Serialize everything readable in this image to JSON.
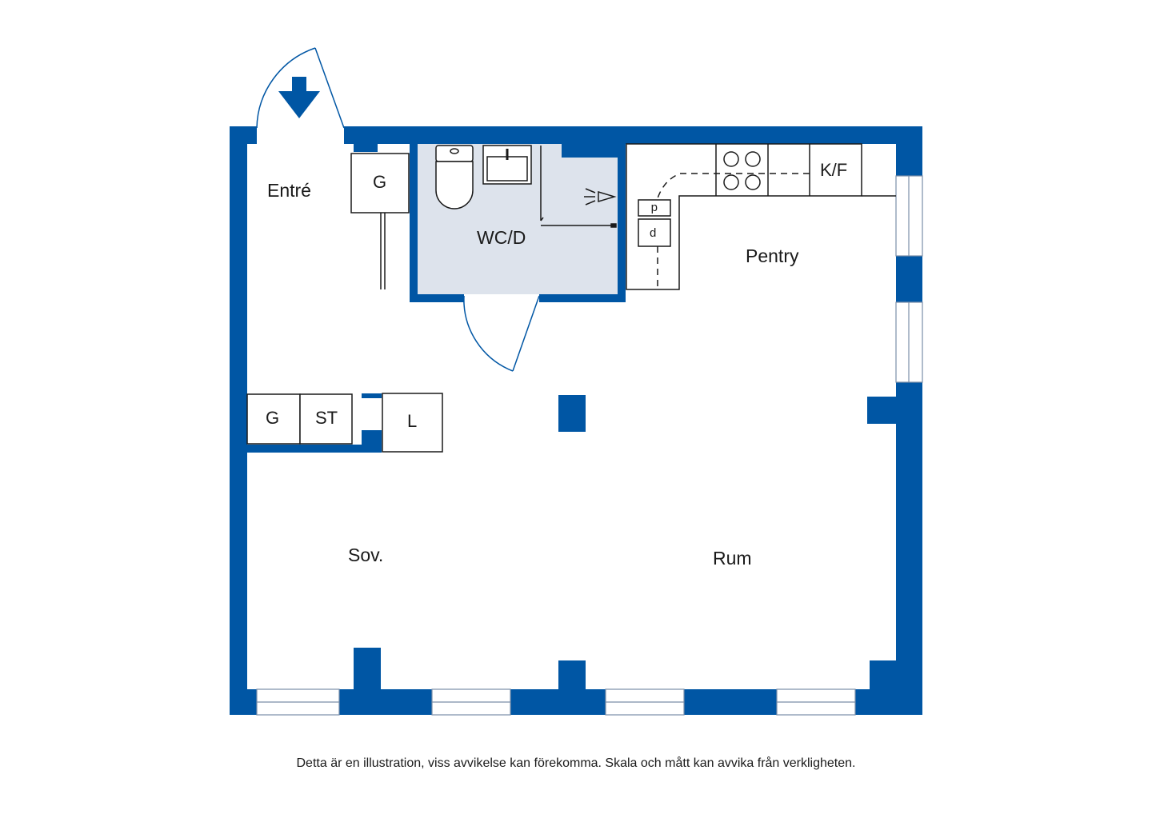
{
  "rooms": {
    "entre": "Entré",
    "wcd": "WC/D",
    "pentry": "Pentry",
    "sov": "Sov.",
    "rum": "Rum"
  },
  "fixtures": {
    "wardrobe_entry": "G",
    "wardrobe_bedroom": "G",
    "storage": "ST",
    "linen": "L",
    "fridge_freezer": "K/F",
    "dishwasher": "d"
  },
  "colors": {
    "wall": "#0056a4",
    "bathroom_floor": "#dde3ec"
  },
  "disclaimer": "Detta är en illustration, viss avvikelse kan förekomma. Skala och mått kan avvika från verkligheten."
}
